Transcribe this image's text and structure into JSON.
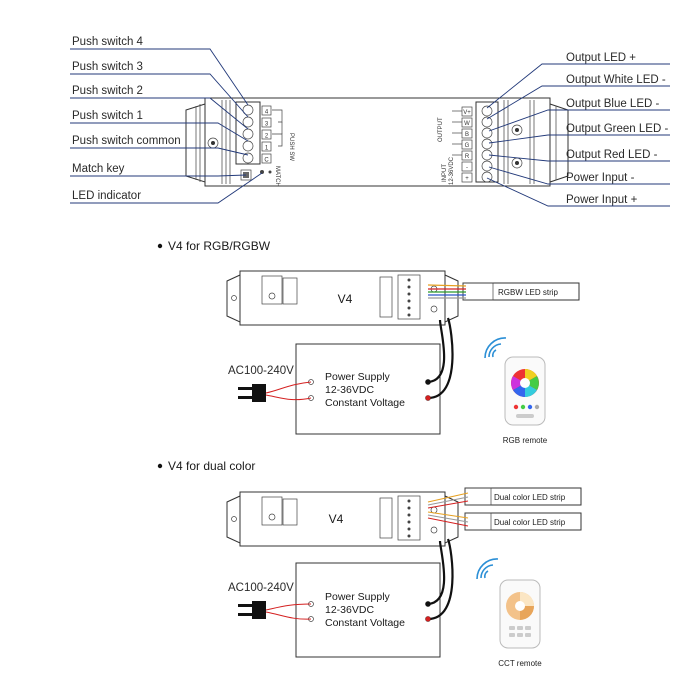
{
  "callouts": {
    "left": [
      "Push switch 4",
      "Push switch 3",
      "Push switch 2",
      "Push switch 1",
      "Push switch common",
      "Match key",
      "LED indicator"
    ],
    "right": [
      "Output LED +",
      "Output White LED -",
      "Output Blue LED -",
      "Output Green LED -",
      "Output Red LED -",
      "Power Input -",
      "Power Input +"
    ]
  },
  "device_markings": {
    "left_terminals": [
      "4",
      "3",
      "2",
      "1",
      "C"
    ],
    "pushsw": "PUSH SW",
    "match": "MATCH",
    "output": "OUTPUT",
    "input": "INPUT",
    "input_range": "12-36VDC",
    "right_terminals": [
      "V+",
      "W",
      "B",
      "G",
      "R",
      "-",
      "+"
    ]
  },
  "sections": [
    {
      "heading": "V4 for RGB/RGBW",
      "controller": "V4",
      "strips": [
        "RGBW LED strip"
      ],
      "ac_label": "AC100-240V",
      "power_supply": [
        "Power Supply",
        "12-36VDC",
        "Constant Voltage"
      ],
      "remote_label": "RGB remote"
    },
    {
      "heading": "V4 for dual color",
      "controller": "V4",
      "strips": [
        "Dual color LED strip",
        "Dual color LED strip"
      ],
      "ac_label": "AC100-240V",
      "power_supply": [
        "Power Supply",
        "12-36VDC",
        "Constant Voltage"
      ],
      "remote_label": "CCT remote"
    }
  ]
}
